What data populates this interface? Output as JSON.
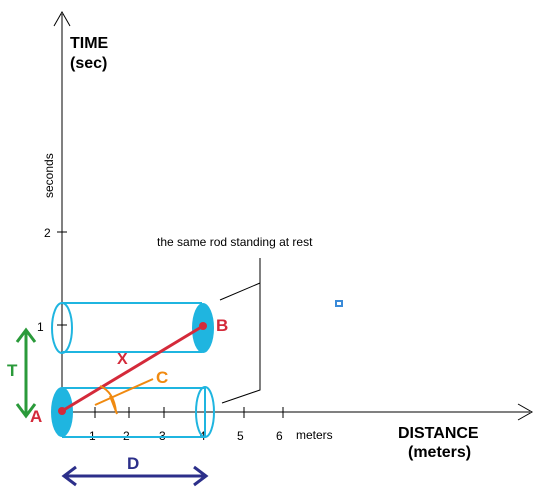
{
  "axes": {
    "y_title_line1": "TIME",
    "y_title_line2": "(sec)",
    "y_unit": "seconds",
    "y_ticks": [
      "1",
      "2"
    ],
    "x_title_line1": "DISTANCE",
    "x_title_line2": "(meters)",
    "x_unit": "meters",
    "x_ticks": [
      "1",
      "2",
      "3",
      "4",
      "5",
      "6"
    ]
  },
  "annotation": "the same rod standing at rest",
  "labels": {
    "A": "A",
    "B": "B",
    "C": "C",
    "X": "X",
    "T": "T",
    "D": "D"
  },
  "colors": {
    "rod": "#1fb5e0",
    "worldline": "#d42a3a",
    "label_red": "#d42a3a",
    "label_orange": "#f08a10",
    "label_green": "#2a9a3a",
    "label_navy": "#2c2f8a"
  }
}
